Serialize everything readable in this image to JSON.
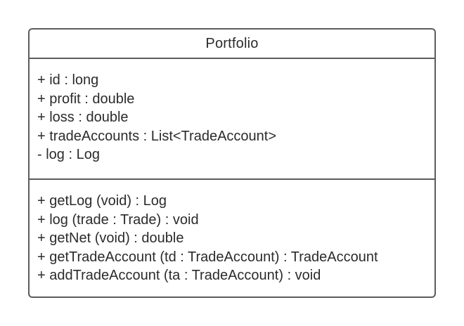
{
  "class": {
    "name": "Portfolio",
    "attributes": [
      "+ id : long",
      "+ profit : double",
      "+ loss : double",
      "+ tradeAccounts : List<TradeAccount>",
      "- log : Log"
    ],
    "operations": [
      "+ getLog (void) : Log",
      "+ log (trade : Trade) : void",
      "+ getNet (void) : double",
      "+ getTradeAccount (td : TradeAccount) : TradeAccount",
      "+ addTradeAccount (ta : TradeAccount) : void"
    ]
  }
}
